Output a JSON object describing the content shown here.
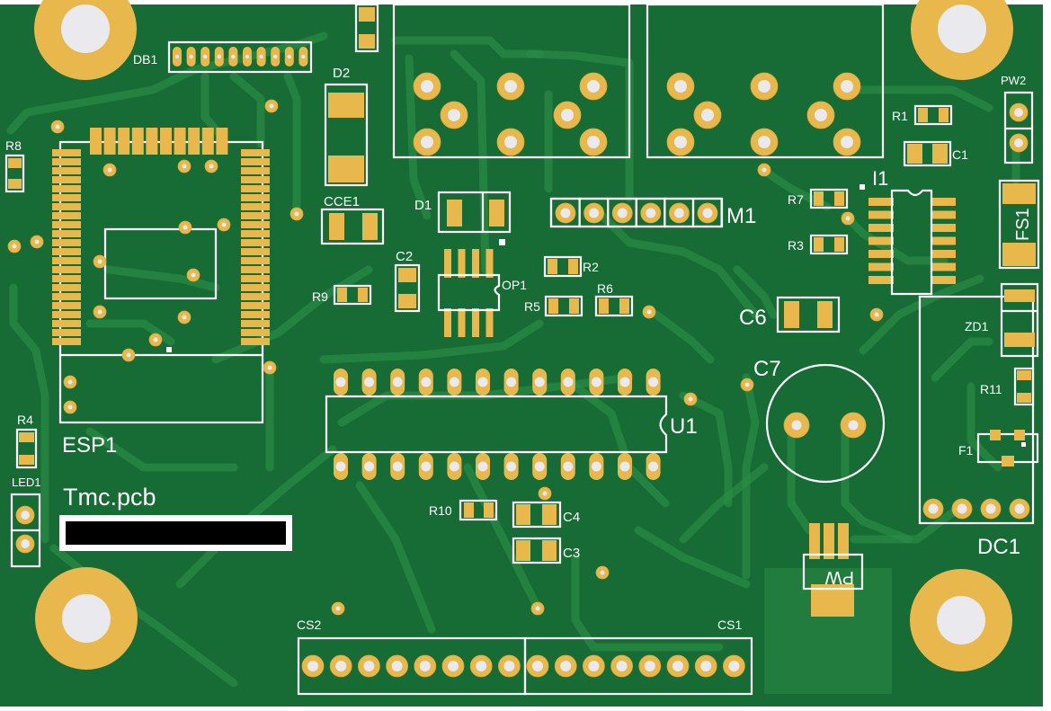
{
  "board": {
    "title_text": "Tmc.pcb",
    "colors": {
      "soldermask": "#176b34",
      "trace": "#2a8a45",
      "copper": "#e8b84d",
      "drill": "#e9e9ee",
      "silkscreen": "#ffffff",
      "redaction": "#000000"
    }
  },
  "labels": {
    "db1": "DB1",
    "d2": "D2",
    "r8": "R8",
    "cce1": "CCE1",
    "d1": "D1",
    "m1": "M1",
    "r1": "R1",
    "c1": "C1",
    "pw2": "PW2",
    "i1": "I1",
    "r7": "R7",
    "r3": "R3",
    "fs1": "FS1",
    "c2": "C2",
    "r9": "R9",
    "op1": "OP1",
    "r2": "R2",
    "r5": "R5",
    "r6": "R6",
    "c6": "C6",
    "zd1": "ZD1",
    "c7": "C7",
    "r11": "R11",
    "u1": "U1",
    "f1": "F1",
    "r4": "R4",
    "esp1": "ESP1",
    "led1": "LED1",
    "r10": "R10",
    "c4": "C4",
    "c3": "C3",
    "dc1": "DC1",
    "pw": "PW",
    "cs2": "CS2",
    "cs1": "CS1"
  },
  "headers": {
    "db1_pins": 10,
    "m1_pins": 6,
    "cs2_pins": 8,
    "cs1_pins": 8,
    "u1_pins_per_side": 12,
    "op1_pins_per_side": 4,
    "i1_pins_per_side": 7,
    "dc1_pins": 4,
    "pw2_pins": 2,
    "led1_pins": 2
  }
}
